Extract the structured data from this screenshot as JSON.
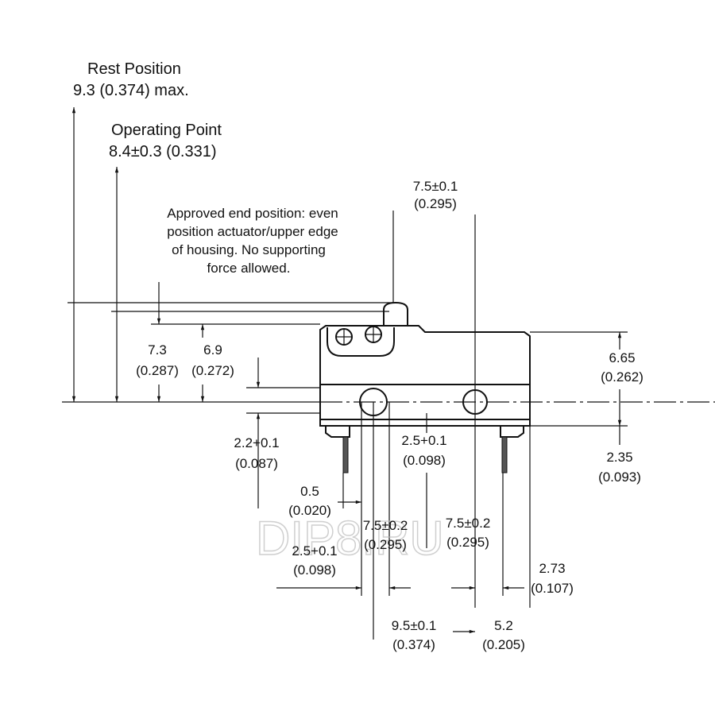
{
  "rest_position": {
    "title": "Rest Position",
    "value": "9.3 (0.374) max."
  },
  "operating_point": {
    "title": "Operating Point",
    "value": "8.4±0.3 (0.331)"
  },
  "note": [
    "Approved end position: even",
    "position actuator/upper edge",
    "of housing.  No supporting",
    "force allowed."
  ],
  "dims": {
    "d_7_5_top": [
      "7.5±0.1",
      "(0.295)"
    ],
    "d_7_3": [
      "7.3",
      "(0.287)"
    ],
    "d_6_9": [
      "6.9",
      "(0.272)"
    ],
    "d_6_65": [
      "6.65",
      "(0.262)"
    ],
    "d_2_35": [
      "2.35",
      "(0.093)"
    ],
    "d_2_2": [
      "2.2+0.1",
      "(0.087)"
    ],
    "d_2_5_mid": [
      "2.5+0.1",
      "(0.098)"
    ],
    "d_0_5": [
      "0.5",
      "(0.020)"
    ],
    "d_7_5_left": [
      "7.5±0.2",
      "(0.295)"
    ],
    "d_7_5_right": [
      "7.5±0.2",
      "(0.295)"
    ],
    "d_2_5_left": [
      "2.5+0.1",
      "(0.098)"
    ],
    "d_2_73": [
      "2.73",
      "(0.107)"
    ],
    "d_9_5": [
      "9.5±0.1",
      "(0.374)"
    ],
    "d_5_2": [
      "5.2",
      "(0.205)"
    ]
  },
  "watermark": "DIP8.RU"
}
